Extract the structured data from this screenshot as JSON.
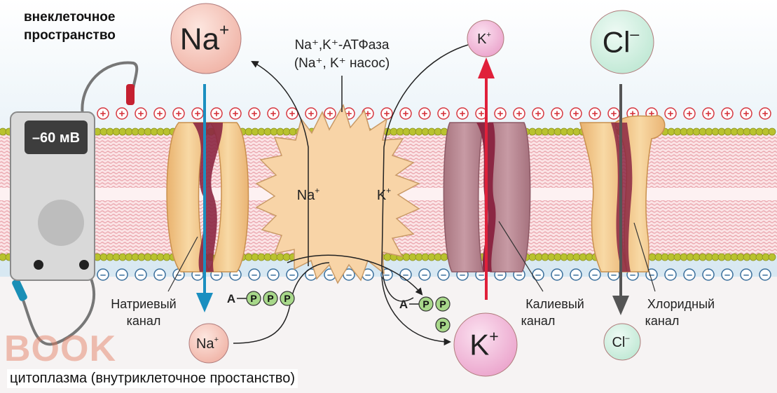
{
  "regions": {
    "extracellular_line1": "внеклеточное",
    "extracellular_line2": "пространство",
    "cytoplasm": "цитоплазма (внутриклеточное простанство)"
  },
  "voltmeter": {
    "reading": "–60 мВ"
  },
  "ions": {
    "na_top": {
      "base": "Na",
      "charge": "+"
    },
    "k_top": {
      "base": "K",
      "charge": "+"
    },
    "cl_top": {
      "base": "Cl",
      "charge": "–"
    },
    "na_bottom": {
      "base": "Na",
      "charge": "+"
    },
    "k_bottom": {
      "base": "K",
      "charge": "+"
    },
    "cl_bottom": {
      "base": "Cl",
      "charge": "–"
    }
  },
  "pump": {
    "title_line1": "Na⁺,K⁺-АТФаза",
    "title_line2": "(Na⁺, K⁺ насос)",
    "site_na": {
      "base": "Na",
      "charge": "+"
    },
    "site_k": {
      "base": "K",
      "charge": "+"
    }
  },
  "atp": {
    "adenosine": "A",
    "phosphate": "P"
  },
  "channels": {
    "sodium": {
      "line1": "Натриевый",
      "line2": "канал"
    },
    "potassium": {
      "line1": "Калиевый",
      "line2": "канал"
    },
    "chloride": {
      "line1": "Хлоридный",
      "line2": "канал"
    }
  },
  "membrane": {
    "outer_charge_symbol": "+",
    "inner_charge_symbol": "–"
  },
  "watermark": "BOOK",
  "colors": {
    "na_ion_fill": "#f3c6bd",
    "k_ion_fill": "#f0b6d6",
    "cl_ion_fill": "#cdeee0",
    "na_flux_arrow": "#1b8fc0",
    "k_flux_arrow": "#e0203a",
    "cl_flux_arrow": "#555555",
    "lipid_head": "#b9c22f",
    "lipid_tail": "#f3c3c7",
    "extracellular_bg": "#d9ebf4",
    "plus_sign": "#d6373f",
    "minus_sign": "#3a6f9c",
    "pump_fill": "#f8d5a6",
    "channel_fill": "#f4cd8f",
    "channel_pore": "#8e2745",
    "k_channel_fill": "#b98a95"
  }
}
